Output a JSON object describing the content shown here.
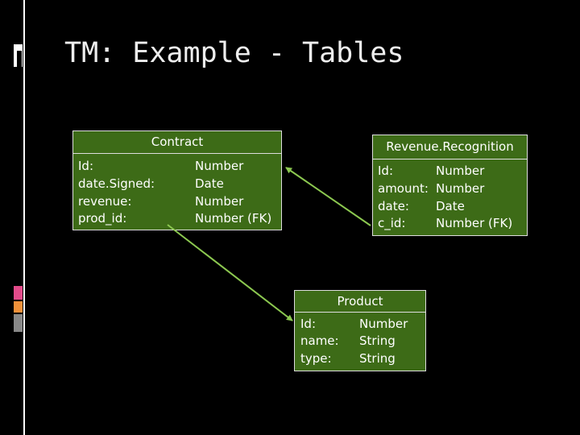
{
  "slide": {
    "title": "TM: Example - Tables"
  },
  "tables": {
    "contract": {
      "name": "Contract",
      "fields": [
        {
          "name": "Id:",
          "type": "Number"
        },
        {
          "name": "date.Signed:",
          "type": "Date"
        },
        {
          "name": "revenue:",
          "type": "Number"
        },
        {
          "name": "prod_id:",
          "type": "Number (FK)"
        }
      ]
    },
    "revenue_recognition": {
      "name": "Revenue.Recognition",
      "fields": [
        {
          "name": "Id:",
          "type": "Number"
        },
        {
          "name": "amount:",
          "type": "Number"
        },
        {
          "name": "date:",
          "type": "Date"
        },
        {
          "name": "c_id:",
          "type": "Number (FK)"
        }
      ]
    },
    "product": {
      "name": "Product",
      "fields": [
        {
          "name": "Id:",
          "type": "Number"
        },
        {
          "name": "name:",
          "type": "String"
        },
        {
          "name": "type:",
          "type": "String"
        }
      ]
    }
  },
  "colors": {
    "table_fill": "#3d6b17",
    "arrow": "#8cc850",
    "background": "#000000"
  }
}
